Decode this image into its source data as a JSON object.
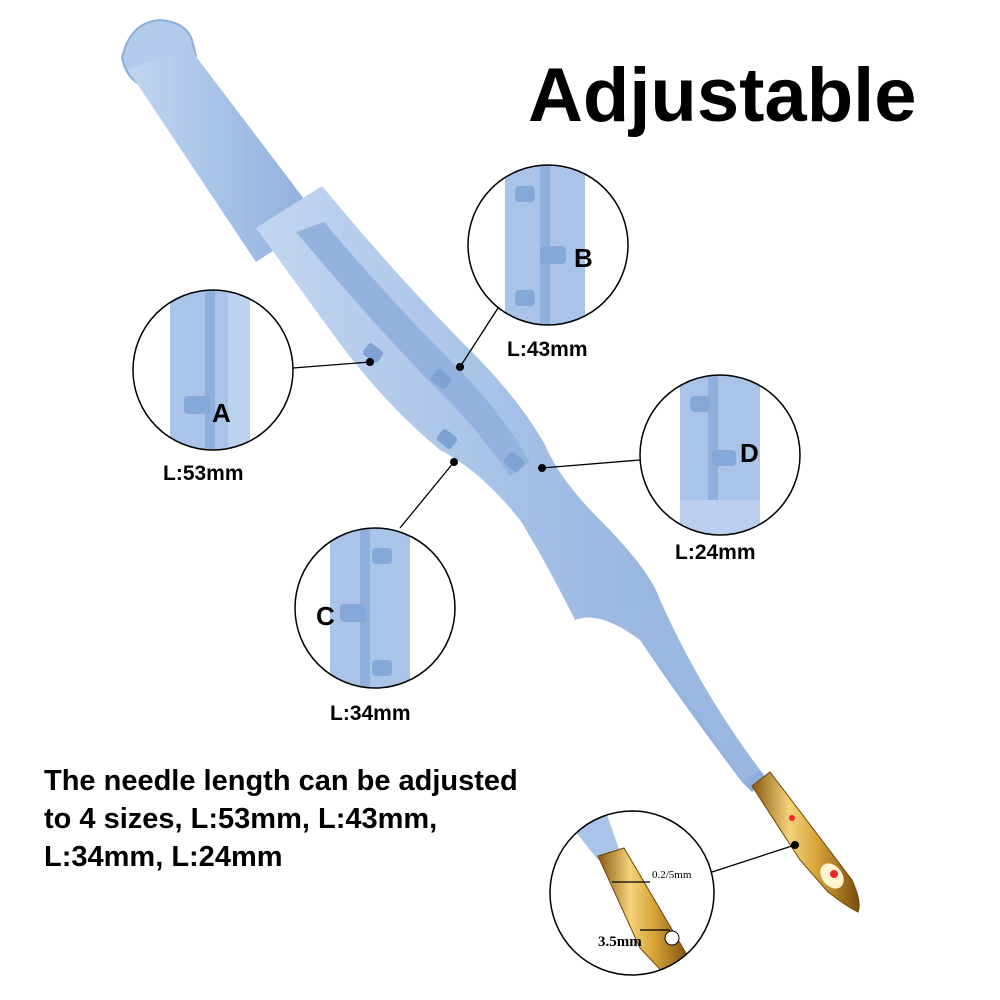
{
  "title": "Adjustable",
  "positions": [
    {
      "letter": "A",
      "length": "L:53mm"
    },
    {
      "letter": "B",
      "length": "L:43mm"
    },
    {
      "letter": "C",
      "length": "L:34mm"
    },
    {
      "letter": "D",
      "length": "L:24mm"
    }
  ],
  "description": {
    "line1": "The needle length can be adjusted",
    "line2": "to 4 sizes, L:53mm, L:43mm,",
    "line3": "L:34mm, L:24mm"
  },
  "needle_detail": {
    "tip_label": "0.2/5mm",
    "width_label": "3.5mm"
  },
  "colors": {
    "pen_body": "#a9c4e8",
    "pen_shadow": "#8fb0dc",
    "needle_gold": "#d4a43a",
    "marker_red": "#e8262c"
  }
}
